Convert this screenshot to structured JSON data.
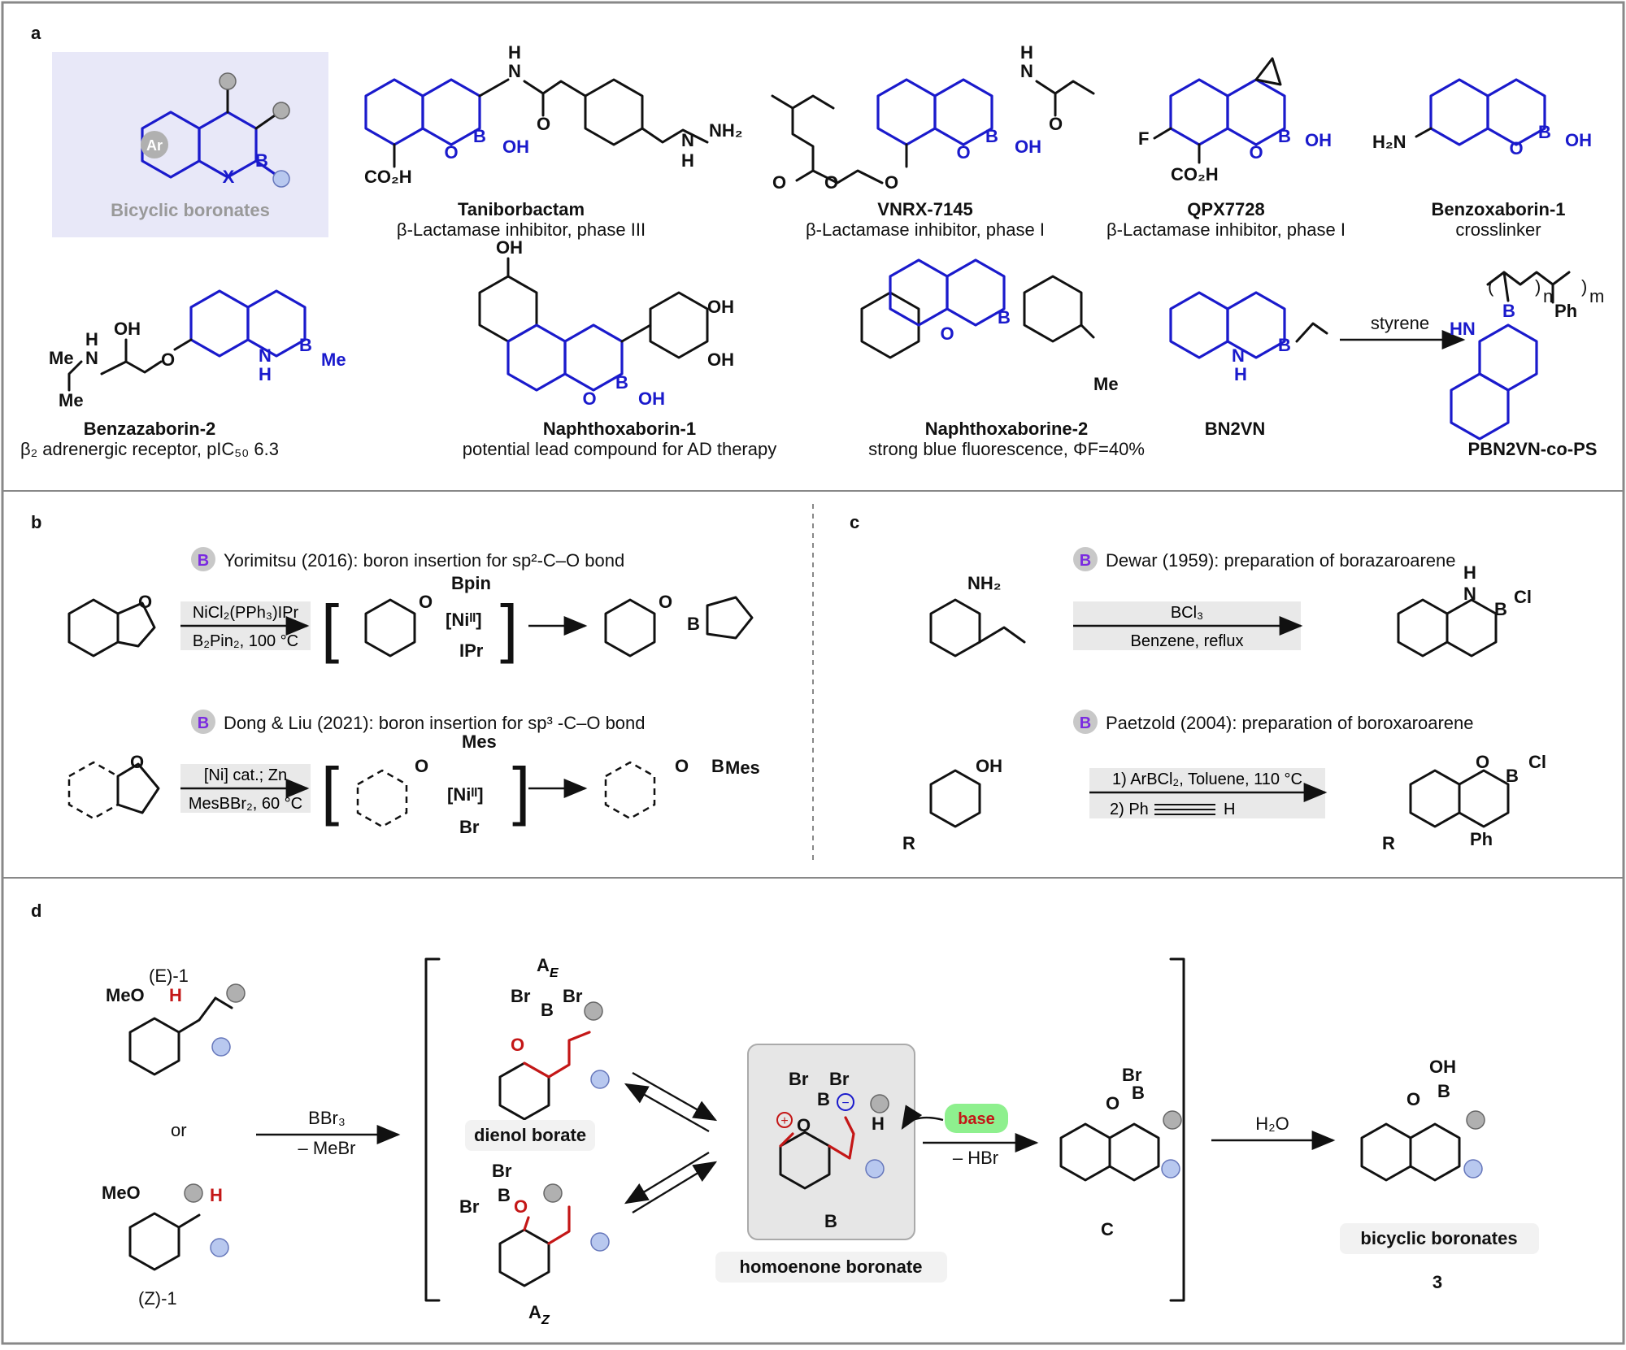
{
  "panels": {
    "a": {
      "letter": "a",
      "hero": {
        "label": "Bicyclic boronates",
        "ring_label": "Ar",
        "x_atom": "X",
        "b_atom": "B"
      },
      "compounds": [
        {
          "name": "Taniborbactam",
          "desc": "β-Lactamase inhibitor, phase III"
        },
        {
          "name": "VNRX-7145",
          "desc": "β-Lactamase inhibitor, phase I"
        },
        {
          "name": "QPX7728",
          "desc": "β-Lactamase inhibitor, phase I"
        },
        {
          "name": "Benzoxaborin-1",
          "desc": "crosslinker"
        },
        {
          "name": "Benzazaborin-2",
          "desc": "β₂ adrenergic receptor, pIC₅₀ 6.3"
        },
        {
          "name": "Naphthoxaborin-1",
          "desc": "potential lead compound for AD therapy"
        },
        {
          "name": "Naphthoxaborine-2",
          "desc": "strong blue fluorescence, ΦF=40%"
        },
        {
          "name": "BN2VN",
          "desc": ""
        },
        {
          "name": "PBN2VN-co-PS",
          "desc": ""
        }
      ],
      "atoms": {
        "NH": "N",
        "H": "H",
        "O": "O",
        "B": "B",
        "OH": "OH",
        "CO2H": "CO₂H",
        "NH2": "NH₂",
        "F": "F",
        "H2N": "H₂N",
        "Me": "Me",
        "HN": "HN",
        "Ph": "Ph",
        "n": "n",
        "m": "m"
      },
      "styrene": "styrene"
    },
    "b": {
      "letter": "b",
      "rxn1": {
        "title": "Yorimitsu (2016): boron insertion for sp²-C–O bond",
        "cond1": "NiCl₂(PPh₃)IPr",
        "cond2": "B₂Pin₂, 100 °C",
        "bpin": "Bpin",
        "ni": "[Niᴵᴵ]",
        "ipr": "IPr"
      },
      "rxn2": {
        "title": "Dong & Liu (2021): boron insertion for sp³ -C–O bond",
        "cond1": "[Ni] cat.; Zn",
        "cond2": "MesBBr₂, 60 °C",
        "mes": "Mes",
        "ni": "[Niᴵᴵ]",
        "br": "Br"
      }
    },
    "c": {
      "letter": "c",
      "rxn1": {
        "title": "Dewar (1959): preparation of borazaroarene",
        "cond1": "BCl₃",
        "cond2": "Benzene, reflux",
        "nh2": "NH₂",
        "cl": "Cl"
      },
      "rxn2": {
        "title": "Paetzold (2004): preparation of boroxaroarene",
        "cond1": "1) ArBCl₂, Toluene,  110 °C",
        "cond2": "2) Ph",
        "cond2b": "H",
        "oh": "OH",
        "r": "R",
        "ph": "Ph",
        "cl": "Cl"
      }
    },
    "d": {
      "letter": "d",
      "e1": "(E)-1",
      "z1": "(Z)-1",
      "or": "or",
      "reagent1": "BBr₃",
      "reagent1b": "– MeBr",
      "dienol": "dienol borate",
      "ae": "A",
      "ae_sub": "E",
      "az": "A",
      "az_sub": "Z",
      "b_label": "B",
      "homoenone": "homoenone boronate",
      "base": "base",
      "hbr": "– HBr",
      "c_label": "C",
      "h2o": "H₂O",
      "product": "bicyclic boronates",
      "product_num": "3",
      "meo": "MeO",
      "br": "Br",
      "h": "H",
      "oh": "OH"
    }
  },
  "colors": {
    "blue": "#1a1acc",
    "red": "#c41717",
    "grey_sub": "#b0b0b0",
    "blue_sub": "#b8c8ef",
    "purple_b": "#7a2be0",
    "base_bg": "#8ef08e",
    "hero_bg": "#e8e8f8"
  }
}
